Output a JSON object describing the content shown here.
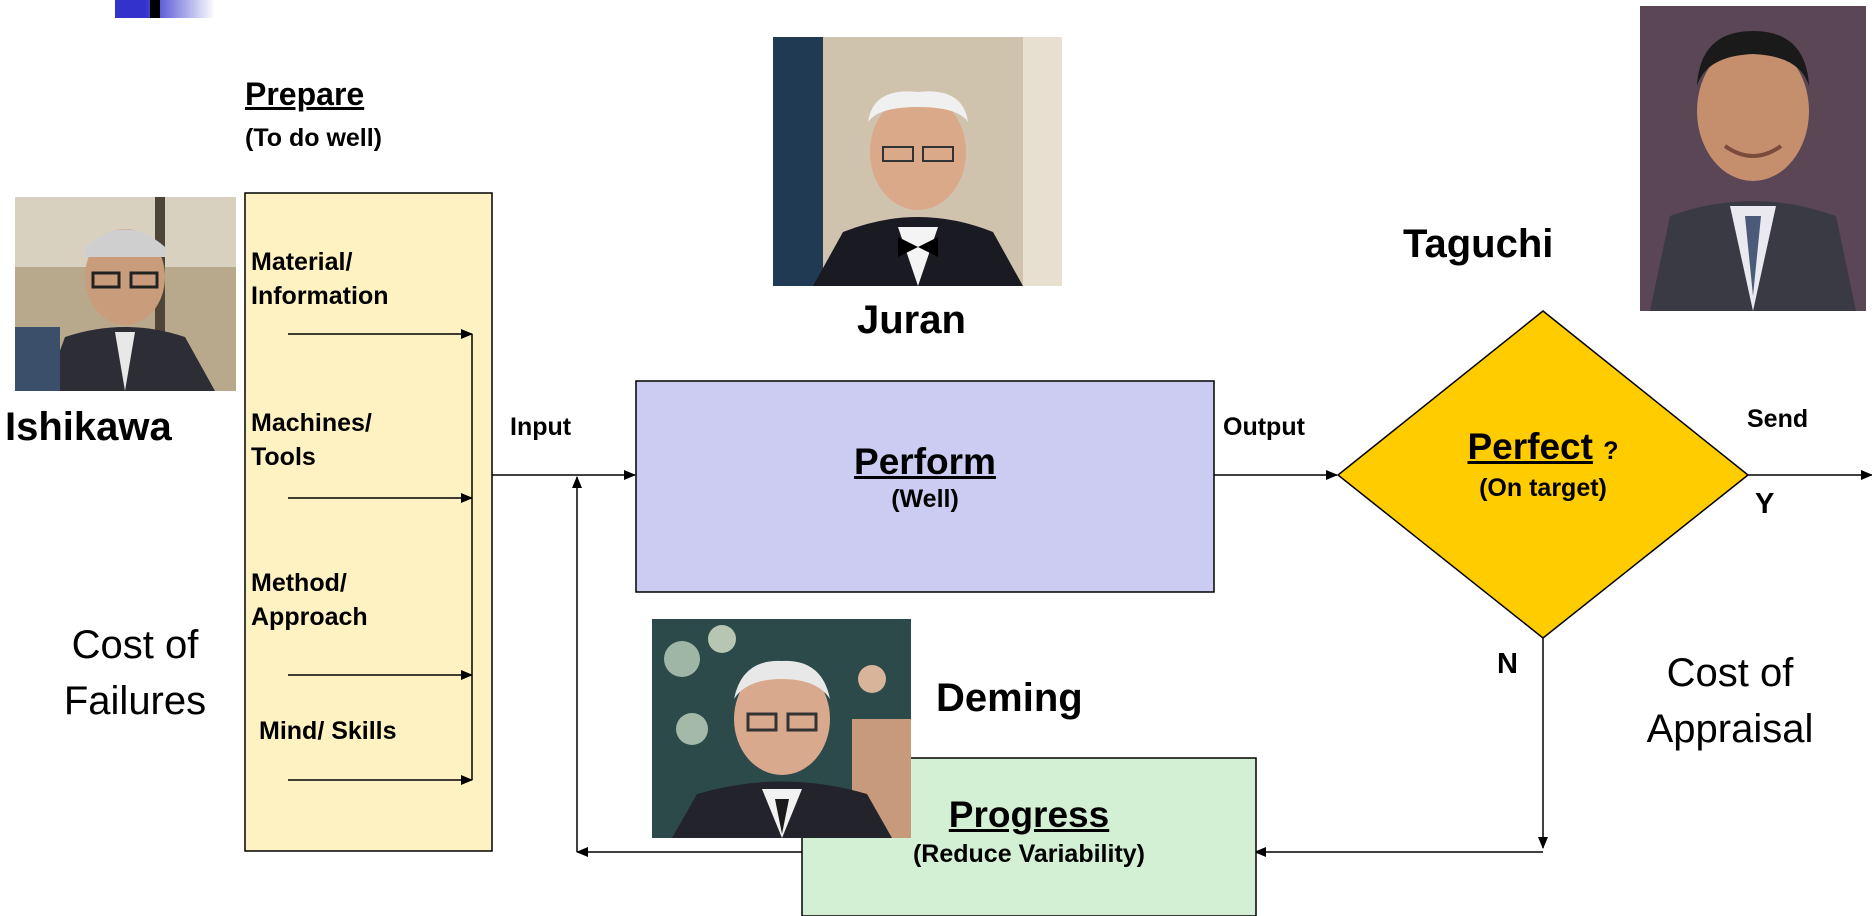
{
  "colors": {
    "prepare_fill": "#FFF2C2",
    "perform_fill": "#CCCCF2",
    "perfect_fill": "#FFCC00",
    "progress_fill": "#D4F0D4",
    "corner_accent": "#3333CC"
  },
  "people": {
    "ishikawa": "Ishikawa",
    "juran": "Juran",
    "taguchi": "Taguchi",
    "deming": "Deming"
  },
  "prepare": {
    "title": "Prepare",
    "subtitle": "(To do well)",
    "inputs": [
      {
        "line1": "Material/",
        "line2": "Information"
      },
      {
        "line1": "Machines/",
        "line2": "Tools"
      },
      {
        "line1": "Method/",
        "line2": "Approach"
      },
      {
        "line1": "Mind/ Skills",
        "line2": ""
      }
    ]
  },
  "flow_labels": {
    "input": "Input",
    "output": "Output",
    "send": "Send",
    "yes": "Y",
    "no": "N"
  },
  "perform": {
    "title": "Perform",
    "subtitle": "(Well)"
  },
  "perfect": {
    "title": "Perfect",
    "question": "?",
    "subtitle": "(On target)"
  },
  "progress": {
    "title": "Progress",
    "subtitle": "(Reduce Variability)"
  },
  "costs": {
    "failures_line1": "Cost of",
    "failures_line2": "Failures",
    "appraisal_line1": "Cost of",
    "appraisal_line2": "Appraisal"
  }
}
